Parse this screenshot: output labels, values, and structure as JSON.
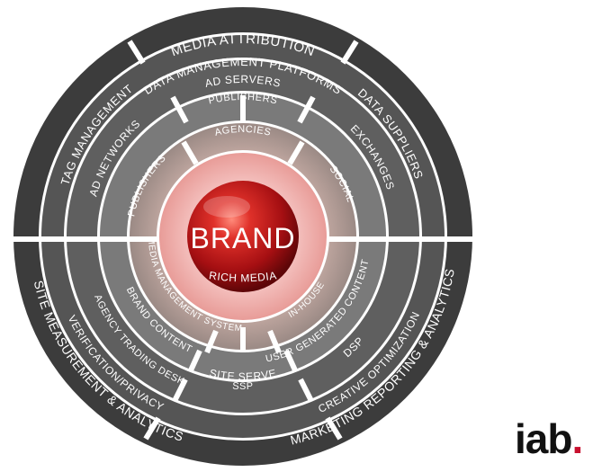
{
  "diagram": {
    "center": "BRAND",
    "rings": {
      "outer": {
        "top": "MEDIA ATTRIBUTION",
        "upper_left": "TAG MANAGEMENT",
        "upper_right": "DATA SUPPLIERS",
        "lower_left": "SITE MEASUREMENT & ANALYTICS",
        "lower_right": "MARKETING REPORTING & ANALYTICS"
      },
      "ring2": {
        "top": "DATA MANAGEMENT PLATFORMS",
        "lower_left": "VERIFICATION/PRIVACY",
        "lower_right": "CREATIVE OPTIMIZATION",
        "bottom": "RICH MEDIA"
      },
      "ring3": {
        "top": "AD SERVERS",
        "left": "AD NETWORKS",
        "right": "EXCHANGES",
        "lower_left": "AGENCY TRADING DESK",
        "lower_right": "DSP",
        "bottom": "SITE SERVE"
      },
      "ring4": {
        "top": "PUBLISHERS",
        "lower_left": "BRAND CONTENT",
        "lower_right": "USER GENERATED CONTENT",
        "bottom": "SSP"
      },
      "ring5": {
        "top": "AGENCIES",
        "left": "PUBLISHERS",
        "right": "SOCIAL",
        "lower_left": "MEDIA MANAGEMENT SYSTEM",
        "lower_right": "IN-HOUSE"
      }
    }
  },
  "logo": {
    "text": "iab",
    "dot": "."
  },
  "colors": {
    "outer_ring": "#3c3c3c",
    "ring2": "#555555",
    "ring3": "#6b6b6b",
    "ring4": "#7d7d7d",
    "ring5": "#b09a95",
    "brand_red": "#c4161c",
    "separator": "#ffffff",
    "logo_dot": "#c8102e"
  }
}
